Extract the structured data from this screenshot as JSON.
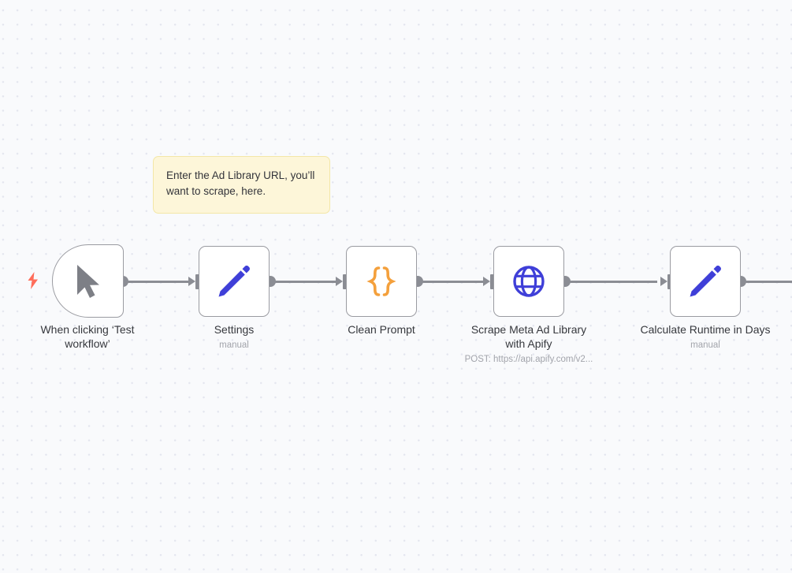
{
  "canvas": {
    "background_color": "#f9fafc",
    "dot_color": "#e4e6ef",
    "zoom_note": ""
  },
  "sticky_notes": [
    {
      "id": "sticky-ad-library-url",
      "text": "Enter the Ad Library URL, you’ll want to scrape, here.",
      "background": "#fdf6d9",
      "border": "#f3e7a7"
    }
  ],
  "nodes": [
    {
      "id": "node-trigger",
      "label": "When clicking ‘Test\nworkflow’",
      "subtitle": "",
      "icon": "cursor-pointer-icon",
      "icon_color": "#7d7f86",
      "shape": "trigger",
      "has_bolt": true,
      "bolt_color": "#ff6d5a"
    },
    {
      "id": "node-settings",
      "label": "Settings",
      "subtitle": "manual",
      "icon": "pencil-icon",
      "icon_color": "#3f3fd8",
      "shape": "standard",
      "has_bolt": false
    },
    {
      "id": "node-clean-prompt",
      "label": "Clean Prompt",
      "subtitle": "",
      "icon": "curly-braces-icon",
      "icon_color": "#f4a03c",
      "shape": "standard",
      "has_bolt": false
    },
    {
      "id": "node-scrape-meta-ad-library",
      "label": "Scrape Meta Ad Library\nwith Apify",
      "subtitle": "POST: https://api.apify.com/v2...",
      "icon": "globe-icon",
      "icon_color": "#3f3fd8",
      "shape": "standard",
      "has_bolt": false
    },
    {
      "id": "node-calculate-runtime",
      "label": "Calculate Runtime in Days",
      "subtitle": "manual",
      "icon": "pencil-icon",
      "icon_color": "#3f3fd8",
      "shape": "standard",
      "has_bolt": false
    }
  ],
  "connections": [
    {
      "id": "conn-trigger-settings",
      "from": "node-trigger",
      "to": "node-settings"
    },
    {
      "id": "conn-settings-clean",
      "from": "node-settings",
      "to": "node-clean-prompt"
    },
    {
      "id": "conn-clean-scrape",
      "from": "node-clean-prompt",
      "to": "node-scrape-meta-ad-library"
    },
    {
      "id": "conn-scrape-calculate",
      "from": "node-scrape-meta-ad-library",
      "to": "node-calculate-runtime"
    },
    {
      "id": "conn-calculate-offscreen",
      "from": "node-calculate-runtime",
      "to": ""
    }
  ],
  "connector_color": "#8b8d94"
}
